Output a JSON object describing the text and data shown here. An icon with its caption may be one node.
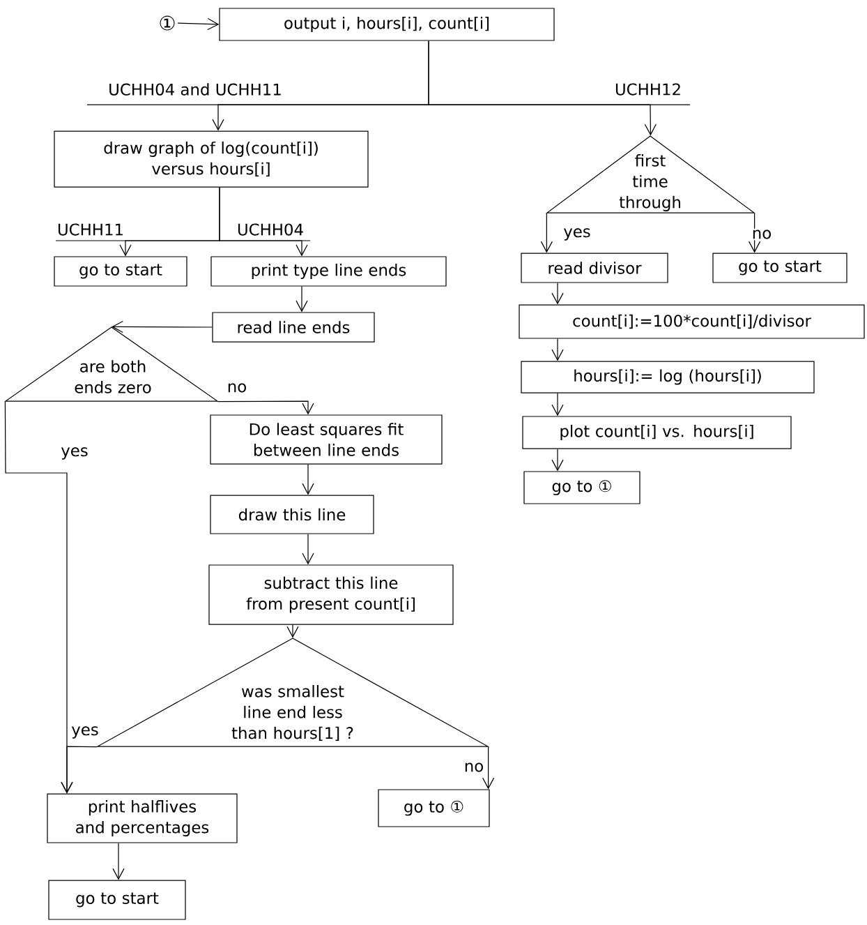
{
  "diagram": {
    "nodes": [
      {
        "text": [
          "①"
        ]
      },
      {
        "text": [
          "output i, hours[i], count[i]"
        ]
      },
      {
        "text": [
          "draw graph of log(count[i]) versus hours[i]"
        ]
      },
      {
        "text": [
          "first time through"
        ]
      },
      {
        "text": [
          "go to start"
        ]
      },
      {
        "text": [
          "print type line ends"
        ]
      },
      {
        "text": [
          "read divisor"
        ]
      },
      {
        "text": [
          "go to start"
        ]
      },
      {
        "text": [
          "read line ends"
        ]
      },
      {
        "text": [
          "are both ends zero"
        ]
      },
      {
        "text": [
          "count[i]:=100*count[i]/divisor"
        ]
      },
      {
        "text": [
          "hours[i]:= log (hours[i])"
        ]
      },
      {
        "text": [
          "Do least squares fit between line ends"
        ]
      },
      {
        "text": [
          "plot count[i] vs. hours[i]"
        ]
      },
      {
        "text": [
          "go to ①"
        ]
      },
      {
        "text": [
          "draw this line"
        ]
      },
      {
        "text": [
          "subtract this line from present count[i]"
        ]
      },
      {
        "text": [
          "was smallest line end less than hours[1] ?"
        ]
      },
      {
        "text": [
          "print halflives and percentages"
        ]
      },
      {
        "text": [
          "go to ①"
        ]
      },
      {
        "text": [
          "go to start"
        ]
      }
    ],
    "edges": [
      {
        "from": 0,
        "to": 1,
        "arrow": "to"
      },
      {
        "from": 1,
        "to": 2,
        "arrow": "to",
        "label": "UCHH04 and UCHH11"
      },
      {
        "from": 1,
        "to": 3,
        "arrow": "to",
        "label": "UCHH12"
      },
      {
        "from": 2,
        "to": 4,
        "arrow": "to",
        "label": "UCHH11"
      },
      {
        "from": 2,
        "to": 5,
        "arrow": "to",
        "label": "UCHH04"
      },
      {
        "from": 3,
        "to": 6,
        "arrow": "to",
        "label": "yes"
      },
      {
        "from": 3,
        "to": 7,
        "arrow": "to",
        "label": "no"
      },
      {
        "from": 5,
        "to": 8,
        "arrow": "to"
      },
      {
        "from": 8,
        "to": 9,
        "arrow": "to"
      },
      {
        "from": 9,
        "to": 12,
        "arrow": "to",
        "label": "no"
      },
      {
        "from": 9,
        "to": 18,
        "arrow": "to",
        "label": "yes"
      },
      {
        "from": 6,
        "to": 10,
        "arrow": "to"
      },
      {
        "from": 10,
        "to": 11,
        "arrow": "to"
      },
      {
        "from": 11,
        "to": 13,
        "arrow": "to"
      },
      {
        "from": 13,
        "to": 14,
        "arrow": "to"
      },
      {
        "from": 12,
        "to": 15,
        "arrow": "to"
      },
      {
        "from": 15,
        "to": 16,
        "arrow": "to"
      },
      {
        "from": 16,
        "to": 17,
        "arrow": "to"
      },
      {
        "from": 17,
        "to": 18,
        "arrow": "to",
        "label": "yes"
      },
      {
        "from": 17,
        "to": 19,
        "arrow": "to",
        "label": "no"
      },
      {
        "from": 18,
        "to": 20,
        "arrow": "to"
      }
    ]
  }
}
